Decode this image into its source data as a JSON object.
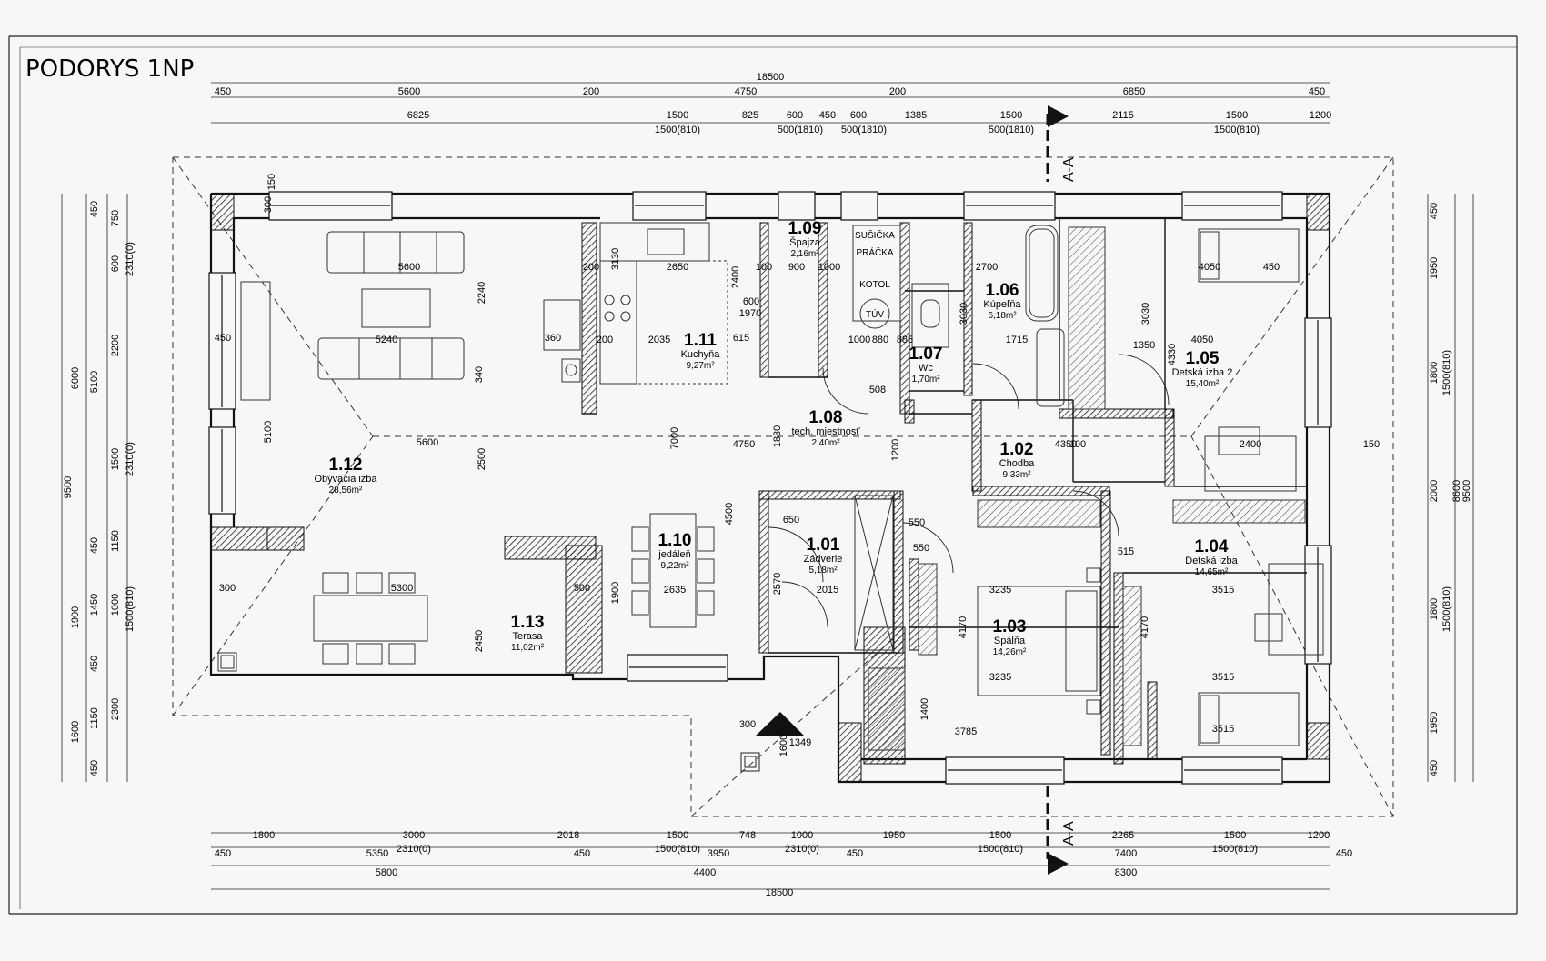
{
  "title": "PODORYS 1NP",
  "section_marks": [
    {
      "id": "sec-top",
      "label": "A-A"
    },
    {
      "id": "sec-bottom",
      "label": "A-A"
    }
  ],
  "rooms": [
    {
      "number": "1.01",
      "name": "Zádverie",
      "area": "5,18m²"
    },
    {
      "number": "1.02",
      "name": "Chodba",
      "area": "9,33m²"
    },
    {
      "number": "1.03",
      "name": "Spálňa",
      "area": "14,26m²"
    },
    {
      "number": "1.04",
      "name": "Detská izba",
      "area": "14,65m²"
    },
    {
      "number": "1.05",
      "name": "Detská izba 2",
      "area": "15,40m²"
    },
    {
      "number": "1.06",
      "name": "Kúpeľňa",
      "area": "6,18m²"
    },
    {
      "number": "1.07",
      "name": "Wc",
      "area": "1,70m²"
    },
    {
      "number": "1.08",
      "name": "tech. miestnosť",
      "area": "2,40m²"
    },
    {
      "number": "1.09",
      "name": "Špajza",
      "area": "2,16m²"
    },
    {
      "number": "1.10",
      "name": "jedáleň",
      "area": "9,22m²"
    },
    {
      "number": "1.11",
      "name": "Kuchyňa",
      "area": "9,27m²"
    },
    {
      "number": "1.12",
      "name": "Obývacia izba",
      "area": "28,56m²"
    },
    {
      "number": "1.13",
      "name": "Terasa",
      "area": "11,02m²"
    }
  ],
  "equipment_labels": {
    "dryer": "SUŠIČKA",
    "washer": "PRÁČKA",
    "boiler": "KOTOL",
    "water_heater": "TÚV"
  },
  "dims_top": {
    "overall": "18500",
    "row1": [
      "450",
      "5600",
      "200",
      "4750",
      "200",
      "6850",
      "450"
    ],
    "row2": [
      "6825",
      "1500",
      "825",
      "600",
      "450",
      "600",
      "1385",
      "1500",
      "2115",
      "1500",
      "1200"
    ],
    "row2_sub": [
      "1500(810)",
      "500(1810)",
      "500(1810)",
      "500(1810)",
      "1500(810)"
    ]
  },
  "dims_bottom": {
    "row1": [
      "1800",
      "3000",
      "2018",
      "1500",
      "748",
      "1000",
      "1950",
      "1500",
      "2265",
      "1500",
      "1200"
    ],
    "row1_sub": [
      "2310(0)",
      "1500(810)",
      "2310(0)",
      "1500(810)",
      "1500(810)"
    ],
    "row2": [
      "450",
      "5350",
      "450",
      "3950",
      "450",
      "7400",
      "450"
    ],
    "row3": [
      "5800",
      "4400",
      "8300"
    ],
    "overall": "18500"
  },
  "dims_left": {
    "overall": "9500",
    "col1": [
      "6000",
      "1900",
      "1600"
    ],
    "col2": [
      "450",
      "5100",
      "450",
      "1450",
      "450",
      "1150",
      "450"
    ],
    "col3": [
      "750",
      "600",
      "2200",
      "1500",
      "1150",
      "1000",
      "2300"
    ],
    "col3_sub": [
      "2310(0)",
      "2310(0)",
      "1500(810)"
    ]
  },
  "dims_right": {
    "overall": "9500",
    "col1": [
      "450",
      "1950",
      "1800",
      "2000",
      "1800",
      "1950",
      "450"
    ],
    "col1_sub": [
      "1500(810)",
      "1500(810)"
    ],
    "col2": [
      "8600"
    ]
  },
  "dims_inner": [
    "5600",
    "5240",
    "5600",
    "2650",
    "2035",
    "200",
    "200",
    "900",
    "100",
    "1000",
    "1000",
    "2700",
    "1715",
    "4050",
    "4050",
    "4350",
    "2400",
    "4750",
    "2635",
    "2015",
    "3235",
    "3235",
    "3515",
    "3515",
    "3515",
    "5300",
    "300",
    "500",
    "450",
    "3130",
    "2240",
    "340",
    "2500",
    "5100",
    "7000",
    "4500",
    "1900",
    "2450",
    "2570",
    "4170",
    "4170",
    "1400",
    "3785",
    "1349",
    "1600",
    "300",
    "150",
    "1200",
    "615",
    "1970",
    "600",
    "2400",
    "650",
    "550",
    "550",
    "515",
    "1350",
    "1830",
    "3030",
    "3030",
    "4330",
    "508",
    "880",
    "885",
    "100",
    "450",
    "360",
    "150",
    "300"
  ]
}
